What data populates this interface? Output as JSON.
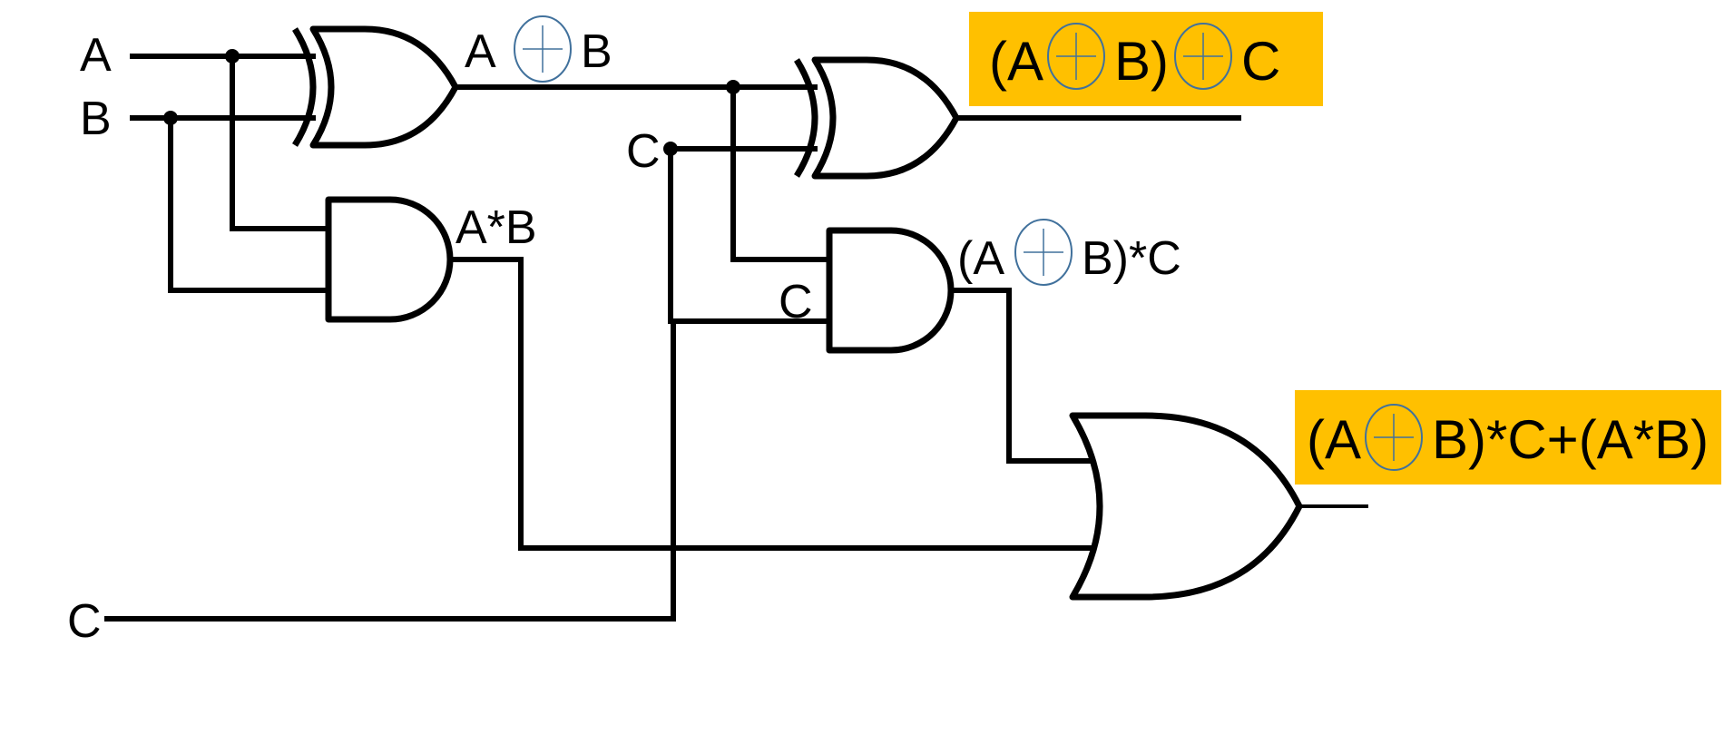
{
  "colors": {
    "wire": "#000000",
    "highlight": "#FFC000",
    "xor_symbol": "#41719C"
  },
  "inputs": {
    "a": "A",
    "b": "B",
    "c_mid": "C",
    "c_and": "C",
    "c_bottom": "C"
  },
  "labels": {
    "xor1": {
      "pre": "A",
      "post": "B"
    },
    "and1": {
      "text": "A*B"
    },
    "and2": {
      "pre": "(A",
      "post": "B)*C"
    },
    "sum": {
      "pre": "(A",
      "mid": "B)",
      "post": "C"
    },
    "carry": {
      "pre": "(A",
      "post": "B)*C+(A*B)"
    }
  },
  "icons": {
    "xor_operator": "circled-plus-icon"
  }
}
